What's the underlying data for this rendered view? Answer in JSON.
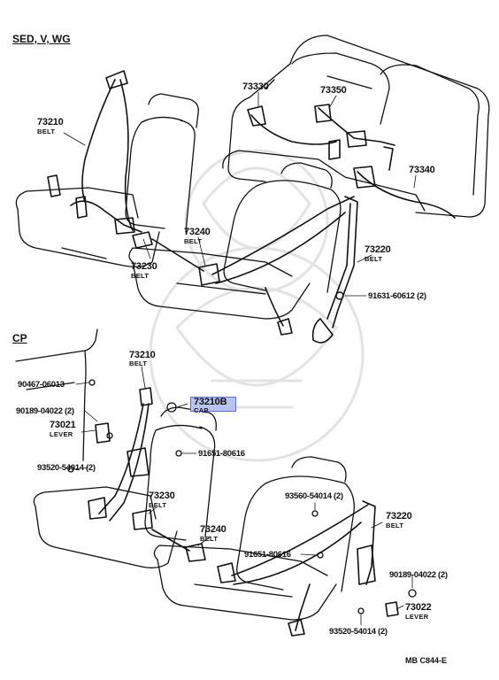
{
  "sections": {
    "top": "SED, V, WG",
    "bottom": "CP"
  },
  "top_callouts": {
    "c73210": {
      "part": "73210",
      "name": "BELT"
    },
    "c73330": {
      "part": "73330"
    },
    "c73350": {
      "part": "73350"
    },
    "c73340": {
      "part": "73340"
    },
    "c73240": {
      "part": "73240",
      "name": "BELT"
    },
    "c73230": {
      "part": "73230",
      "name": "BELT"
    },
    "c73220": {
      "part": "73220",
      "name": "BELT"
    },
    "c91631": {
      "part": "91631-60612 (2)"
    }
  },
  "bottom_callouts": {
    "c73210": {
      "part": "73210",
      "name": "BELT"
    },
    "c90467": {
      "part": "90467-06013"
    },
    "c73210b": {
      "part": "73210B",
      "name": "CAP"
    },
    "c90189a": {
      "part": "90189-04022 (2)"
    },
    "c73021": {
      "part": "73021",
      "name": "LEVER"
    },
    "c91651a": {
      "part": "91651-80616"
    },
    "c93520a": {
      "part": "93520-54014 (2)"
    },
    "c73230": {
      "part": "73230",
      "name": "BELT"
    },
    "c93560": {
      "part": "93560-54014 (2)"
    },
    "c73240": {
      "part": "73240",
      "name": "BELT"
    },
    "c73220": {
      "part": "73220",
      "name": "BELT"
    },
    "c91651b": {
      "part": "91651-80616"
    },
    "c90189b": {
      "part": "90189-04022 (2)"
    },
    "c73022": {
      "part": "73022",
      "name": "LEVER"
    },
    "c93520b": {
      "part": "93520-54014 (2)"
    }
  },
  "footer": {
    "code": "MB  C844-E"
  },
  "colors": {
    "ink": "#111111",
    "highlight": "#b8c3ee",
    "highlight_border": "#6470c8",
    "watermark": "#e6e6e6"
  }
}
